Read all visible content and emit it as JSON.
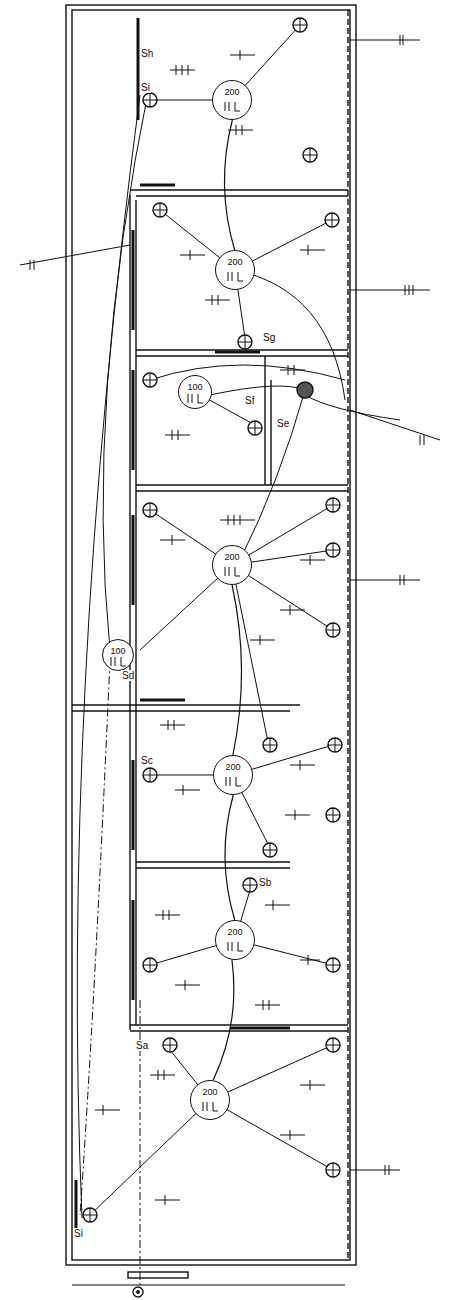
{
  "diagram": {
    "nodes": [
      {
        "text": [
          "200"
        ]
      },
      {
        "text": [
          "200"
        ]
      },
      {
        "text": [
          "100"
        ]
      },
      {
        "text": [
          "200"
        ]
      },
      {
        "text": [
          "100"
        ]
      },
      {
        "text": [
          "200"
        ]
      },
      {
        "text": [
          "200"
        ]
      },
      {
        "text": [
          "200"
        ]
      }
    ],
    "edges": [
      {
        "from": 0,
        "to": 1,
        "arrow": "none"
      },
      {
        "from": 3,
        "to": 5,
        "arrow": "none"
      },
      {
        "from": 5,
        "to": 6,
        "arrow": "none"
      },
      {
        "from": 6,
        "to": 7,
        "arrow": "none"
      }
    ],
    "labels": [
      "Sh",
      "Si",
      "Sg",
      "Sf",
      "Se",
      "Sd",
      "Sc",
      "Sb",
      "Sa",
      "Si"
    ]
  }
}
